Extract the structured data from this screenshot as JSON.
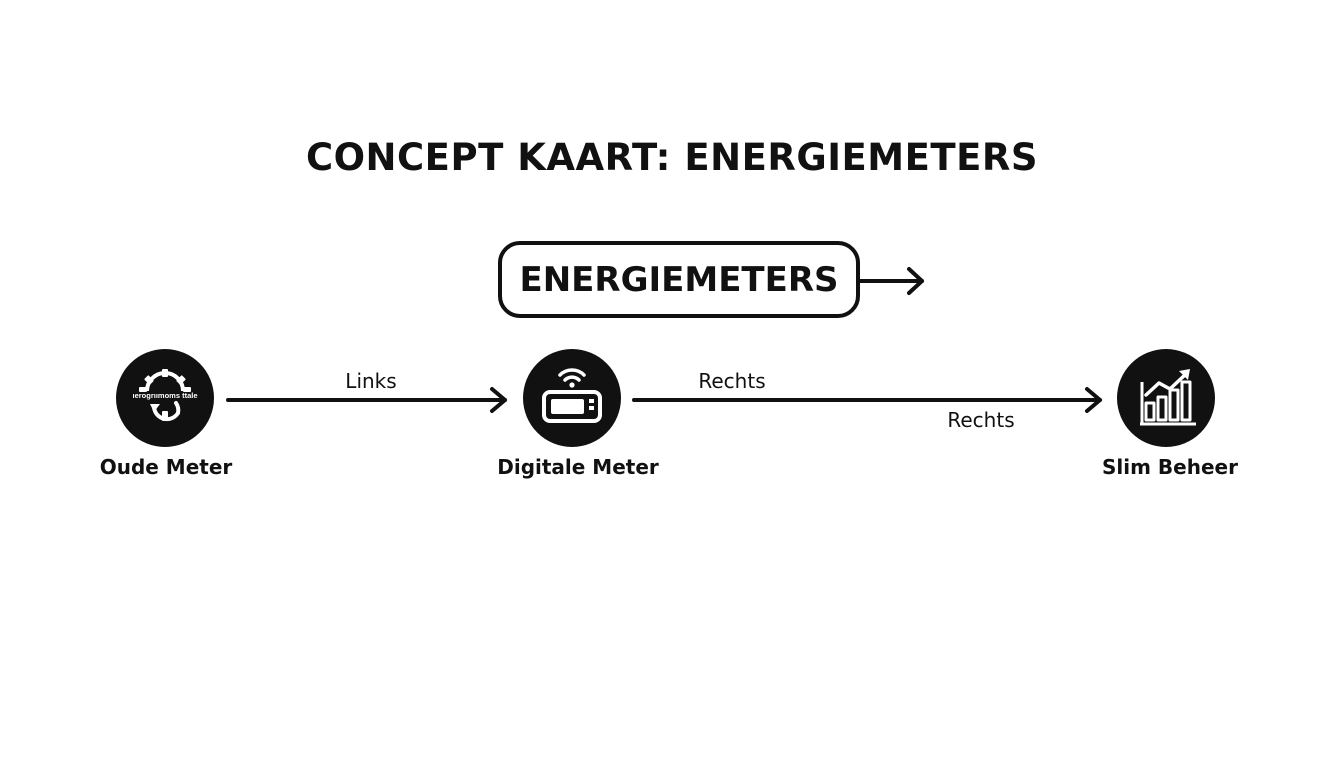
{
  "title": "CONCEPT KAART: ENERGIEMETERS",
  "central_node": {
    "label": "ENERGIEMETERS",
    "icon": "arrow-right-icon"
  },
  "nodes": [
    {
      "id": "oude",
      "label": "Oude Meter",
      "icon": "gear-refresh-icon",
      "icon_text": "ıerogrıımoms ttale"
    },
    {
      "id": "digitaal",
      "label": "Digitale Meter",
      "icon": "wifi-meter-icon"
    },
    {
      "id": "slim",
      "label": "Slim Beheer",
      "icon": "bar-chart-trend-icon"
    }
  ],
  "edges": [
    {
      "from": "oude",
      "to": "digitaal",
      "label": "Links"
    },
    {
      "from": "digitaal",
      "to": "slim",
      "label": "Rechts",
      "label_below": "Rechts"
    }
  ],
  "colors": {
    "ink": "#111111",
    "background": "#ffffff",
    "icon_fg": "#ffffff"
  }
}
